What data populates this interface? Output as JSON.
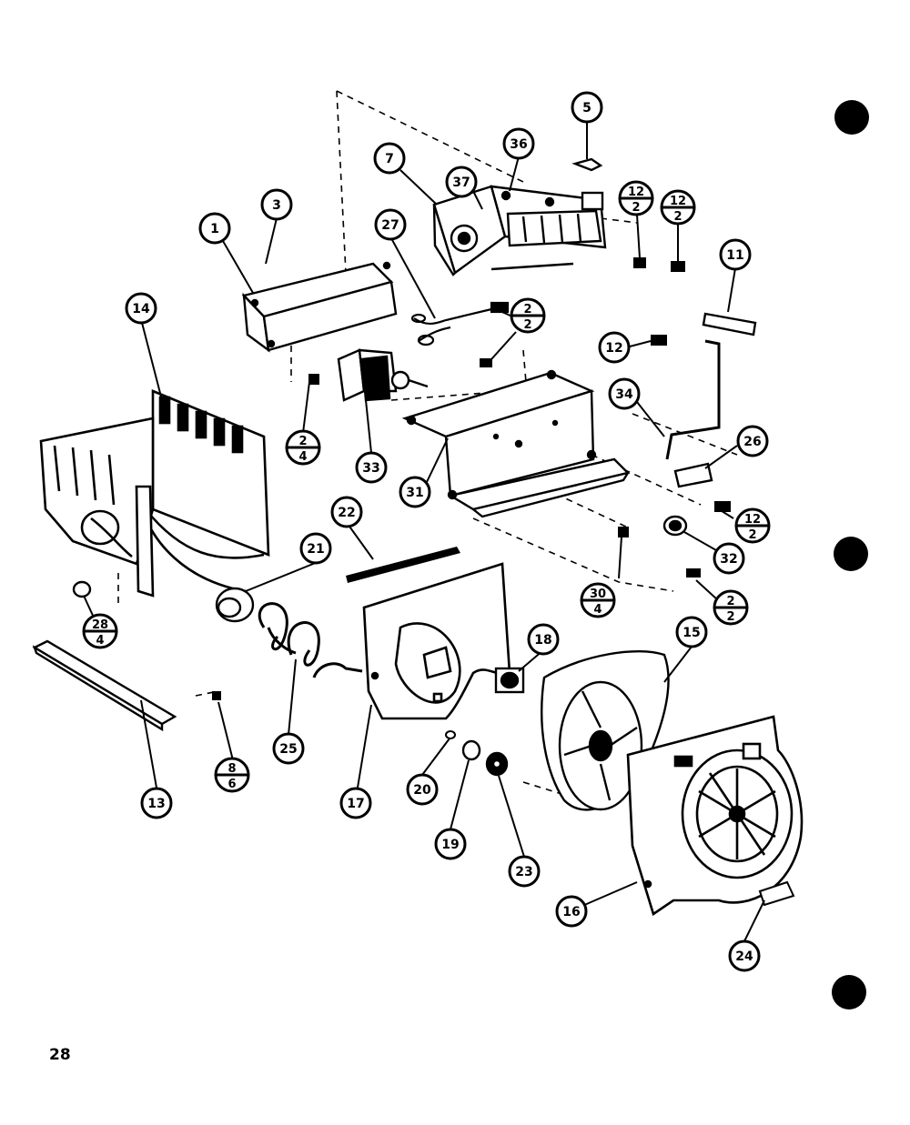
{
  "page_number": "28",
  "callouts": [
    {
      "id": "c1",
      "top": "1"
    },
    {
      "id": "c3",
      "top": "3"
    },
    {
      "id": "c5",
      "top": "5"
    },
    {
      "id": "c7",
      "top": "7"
    },
    {
      "id": "c11",
      "top": "11"
    },
    {
      "id": "c12",
      "top": "12"
    },
    {
      "id": "c13",
      "top": "13"
    },
    {
      "id": "c14",
      "top": "14"
    },
    {
      "id": "c15",
      "top": "15"
    },
    {
      "id": "c16",
      "top": "16"
    },
    {
      "id": "c17",
      "top": "17"
    },
    {
      "id": "c18",
      "top": "18"
    },
    {
      "id": "c19",
      "top": "19"
    },
    {
      "id": "c20",
      "top": "20"
    },
    {
      "id": "c21",
      "top": "21"
    },
    {
      "id": "c22",
      "top": "22"
    },
    {
      "id": "c23",
      "top": "23"
    },
    {
      "id": "c24",
      "top": "24"
    },
    {
      "id": "c25",
      "top": "25"
    },
    {
      "id": "c26",
      "top": "26"
    },
    {
      "id": "c27",
      "top": "27"
    },
    {
      "id": "c31",
      "top": "31"
    },
    {
      "id": "c32",
      "top": "32"
    },
    {
      "id": "c33",
      "top": "33"
    },
    {
      "id": "c34",
      "top": "34"
    },
    {
      "id": "c36",
      "top": "36"
    },
    {
      "id": "c37",
      "top": "37"
    },
    {
      "id": "f12_2a",
      "top": "12",
      "bottom": "2"
    },
    {
      "id": "f12_2b",
      "top": "12",
      "bottom": "2"
    },
    {
      "id": "f2_2a",
      "top": "2",
      "bottom": "2"
    },
    {
      "id": "f2_4",
      "top": "2",
      "bottom": "4"
    },
    {
      "id": "f12_2c",
      "top": "12",
      "bottom": "2"
    },
    {
      "id": "f30_4",
      "top": "30",
      "bottom": "4"
    },
    {
      "id": "f2_2b",
      "top": "2",
      "bottom": "2"
    },
    {
      "id": "f28_4",
      "top": "28",
      "bottom": "4"
    },
    {
      "id": "f8_6",
      "top": "8",
      "bottom": "6"
    }
  ]
}
